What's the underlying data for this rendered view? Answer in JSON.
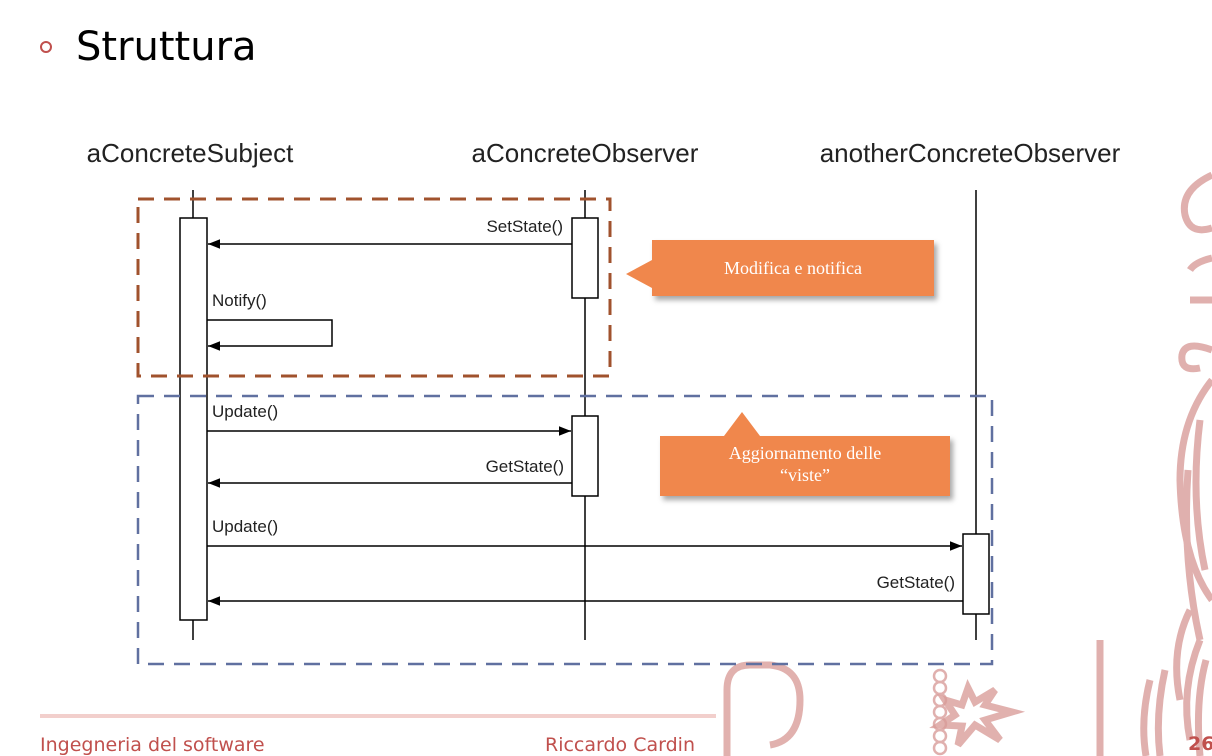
{
  "slide": {
    "title": "Struttura",
    "footer_left": "Ingegneria del software",
    "footer_center": "Riccardo Cardin",
    "page_number": "26"
  },
  "diagram": {
    "objects": [
      "aConcreteSubject",
      "aConcreteObserver",
      "anotherConcreteObserver"
    ],
    "messages": [
      "SetState()",
      "Notify()",
      "Update()",
      "GetState()",
      "Update()",
      "GetState()"
    ],
    "callouts": {
      "modify": "Modifica e notifica",
      "update_line1": "Aggiornamento delle",
      "update_line2": "“viste”"
    }
  },
  "colors": {
    "accent": "#c0504d",
    "callout_fill": "#f0874c",
    "frame_brown": "#a0522d",
    "frame_blue": "#6070a0"
  }
}
